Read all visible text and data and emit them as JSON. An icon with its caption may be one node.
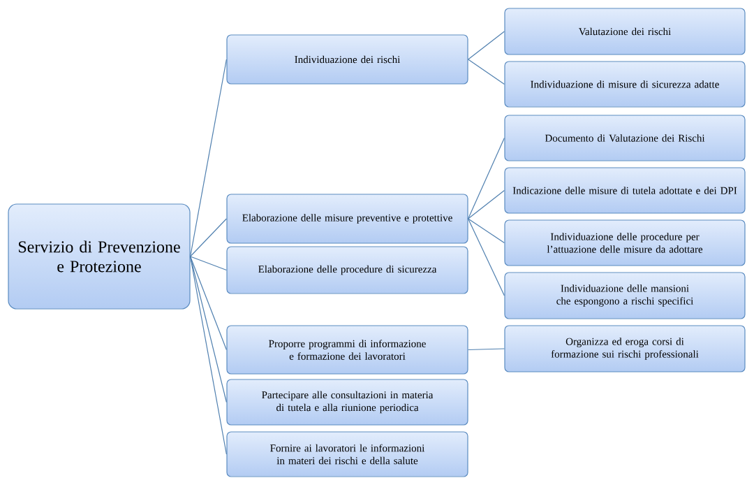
{
  "diagram": {
    "nodes": [
      {
        "text": [
          "Servizio di Prevenzione e Protezione"
        ]
      },
      {
        "text": [
          "Individuazione dei rischi"
        ]
      },
      {
        "text": [
          "Elaborazione delle misure preventive e protettive"
        ]
      },
      {
        "text": [
          "Elaborazione delle procedure di sicurezza"
        ]
      },
      {
        "text": [
          "Proporre programmi di informazione e formazione dei lavoratori"
        ]
      },
      {
        "text": [
          "Partecipare alle consultazioni in materia di tutela e alla riunione periodica"
        ]
      },
      {
        "text": [
          "Fornire ai lavoratori le informazioni in materi dei rischi e della salute"
        ]
      },
      {
        "text": [
          "Valutazione dei rischi"
        ]
      },
      {
        "text": [
          "Individuazione di misure di sicurezza adatte"
        ]
      },
      {
        "text": [
          "Documento di Valutazione dei Rischi"
        ]
      },
      {
        "text": [
          "Indicazione delle misure di tutela adottate e dei DPI"
        ]
      },
      {
        "text": [
          "Individuazione delle procedure per l’attuazione delle misure da adottare"
        ]
      },
      {
        "text": [
          "Individuazione delle mansioni che espongono a rischi specifici"
        ]
      },
      {
        "text": [
          "Organizza ed eroga corsi di formazione sui rischi professionali"
        ]
      }
    ],
    "edges": [
      {
        "from": 0,
        "to": 1,
        "arrow": "none"
      },
      {
        "from": 0,
        "to": 2,
        "arrow": "none"
      },
      {
        "from": 0,
        "to": 3,
        "arrow": "none"
      },
      {
        "from": 0,
        "to": 4,
        "arrow": "none"
      },
      {
        "from": 0,
        "to": 5,
        "arrow": "none"
      },
      {
        "from": 0,
        "to": 6,
        "arrow": "none"
      },
      {
        "from": 1,
        "to": 7,
        "arrow": "none"
      },
      {
        "from": 1,
        "to": 8,
        "arrow": "none"
      },
      {
        "from": 2,
        "to": 9,
        "arrow": "none"
      },
      {
        "from": 2,
        "to": 10,
        "arrow": "none"
      },
      {
        "from": 2,
        "to": 11,
        "arrow": "none"
      },
      {
        "from": 2,
        "to": 12,
        "arrow": "none"
      },
      {
        "from": 4,
        "to": 13,
        "arrow": "none"
      }
    ]
  }
}
